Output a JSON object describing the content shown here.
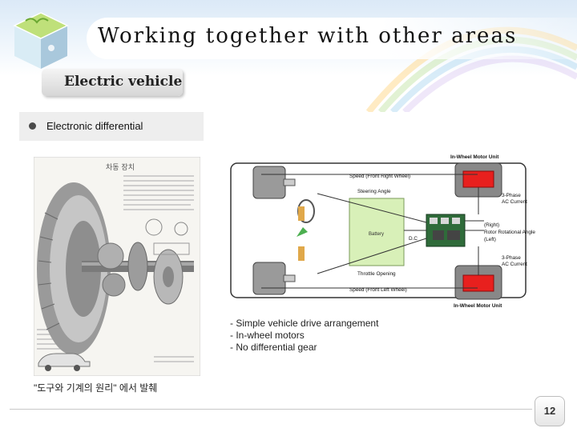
{
  "title": "Working together with other areas",
  "section": {
    "label": "Electric vehicle"
  },
  "bullet": {
    "text": "Electronic differential"
  },
  "photo": {
    "panel_title": "차동 장치"
  },
  "diagram": {
    "labels": {
      "unit_top": "In-Wheel Motor Unit",
      "speed_fr": "Speed (Front Right Wheel)",
      "steering": "Steering Angle",
      "ac_top_1": "3-Phase",
      "ac_top_2": "AC Current",
      "battery": "Battery",
      "dc": "D.C",
      "rotor_1": "(Right)",
      "rotor_2": "Rotor Rotational Angle",
      "rotor_3": "(Left)",
      "ac_bot_1": "3-Phase",
      "ac_bot_2": "AC Current",
      "throttle": "Throttle Opening",
      "speed_fl": "Speed (Front Left Wheel)",
      "unit_bottom": "In-Wheel Motor Unit"
    }
  },
  "list": {
    "items": [
      "- Simple vehicle drive arrangement",
      "- In-wheel motors",
      "- No differential gear"
    ]
  },
  "caption": "\"도구와 기계의 원리\" 에서 발췌",
  "page_number": "12",
  "colors": {
    "motor_red": "#e8201e",
    "battery_green": "#d8f0b8"
  }
}
